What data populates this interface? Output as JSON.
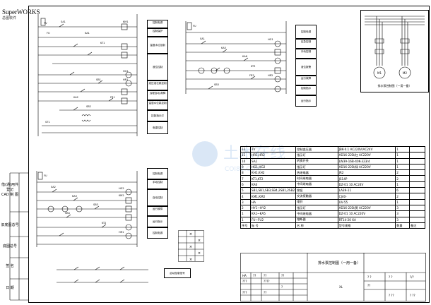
{
  "brand": {
    "name": "SuperWORKS",
    "subtitle": "总图软件"
  },
  "left_strip": [
    {
      "label": "借(通)用件登记",
      "sub": "CAD 制 图"
    },
    {
      "label": "旧底图总号"
    },
    {
      "label": "底图总号"
    },
    {
      "label": "签 名"
    },
    {
      "label": "日 期"
    }
  ],
  "circuit1": {
    "right_labels": [
      "控制电源",
      "控制保护",
      "温湿水位控制",
      "",
      "液位控制",
      "",
      "液压液位泵控制",
      "远程自动/故障",
      "温湿水位泵控制",
      "",
      "控制指示灯",
      "电源控制"
    ],
    "codes": [
      "TV",
      "FU",
      "SA1",
      "KA1",
      "KT1",
      "HG1",
      "HR1",
      "SB1",
      "KM1",
      "FR1",
      "KA2",
      "SB2",
      "ST1"
    ]
  },
  "circuit2": {
    "right_labels": [
      "控制电源",
      "应急控制",
      "手动控制",
      "液位报警",
      "",
      "运行故障",
      "控制指示",
      "运行指示"
    ],
    "codes": [
      "FU",
      "SA1",
      "KA5",
      "KA6",
      "HG1",
      "HR2",
      "KT3",
      "SB3",
      "FR2"
    ]
  },
  "circuit3": {
    "right_labels": [
      "控制电源",
      "",
      "手动控制",
      "",
      "自动控制",
      "",
      "运行故障",
      "运行指示",
      "控制电源"
    ],
    "codes": [
      "FU",
      "SA2",
      "KA3",
      "SB3",
      "SB4",
      "KM2",
      "KT2",
      "HG2",
      "HR1"
    ]
  },
  "circuit4": {
    "label": "启动控制信号"
  },
  "motor_diagram": {
    "caption": "排水泵控制图（一用一备）",
    "motors": [
      "M1",
      "M2"
    ]
  },
  "watermark": {
    "text": "土木在线",
    "sub": "COI88.COM"
  },
  "parts_table": {
    "headers": [
      "序号",
      "标 号",
      "名 称",
      "型号规格",
      "数量",
      "备注"
    ],
    "rows": [
      [
        "12",
        "TV",
        "控制变压器",
        "JBK-0.1 AC220V/AC24V",
        "1",
        ""
      ],
      [
        "11",
        "HR1,HR2",
        "指示灯",
        "AD16-22D/红 AC220V",
        "1",
        ""
      ],
      [
        "10",
        "SA1",
        "转换开关",
        "LW39-16B-40K-323/4",
        "1",
        ""
      ],
      [
        "9",
        "HG1,HG2",
        "指示灯",
        "AD16-22D/绿 AC220V",
        "1",
        ""
      ],
      [
        "8",
        "KH1,KH2",
        "热继电器",
        "JR2",
        "2",
        ""
      ],
      [
        "7",
        "KT1,KT2",
        "时间继电器",
        "JS14P",
        "2",
        ""
      ],
      [
        "6",
        "KA6",
        "中间继电器",
        "DZ-01 10 AC24V",
        "1",
        ""
      ],
      [
        "5",
        "SB1,SB1,SB3,SB4,2SB1,2SB2",
        "按钮",
        "LA39-11",
        "6",
        ""
      ],
      [
        "4",
        "KM1,KM2",
        "交流接触器",
        "CJ40-",
        "2",
        ""
      ],
      [
        "3",
        "HA",
        "电铃",
        "UV-55",
        "1",
        ""
      ],
      [
        "2",
        "HY1~HY2",
        "指示灯",
        "AD16-22D/黄 AC220V",
        "3",
        ""
      ],
      [
        "1",
        "KA1~KA5",
        "中间继电器",
        "DZ-01 10 AC220V",
        "3",
        ""
      ],
      [
        "1",
        "FU~FU2",
        "熔断器",
        "RT14-20 6A",
        "3",
        ""
      ]
    ]
  },
  "title_block": {
    "drawing_title": "排水泵控制图（一用一备）",
    "code": "XL",
    "marks": [
      "HA",
      "??",
      "??",
      "??",
      "???",
      "????",
      "?",
      "???",
      "??"
    ],
    "scale_marks": [
      "? ?",
      "? ?",
      "?/?",
      "??",
      "? ??",
      "? ??"
    ]
  },
  "mini_table": {
    "marks": [
      "×",
      "×",
      "×",
      "×",
      "×"
    ]
  }
}
